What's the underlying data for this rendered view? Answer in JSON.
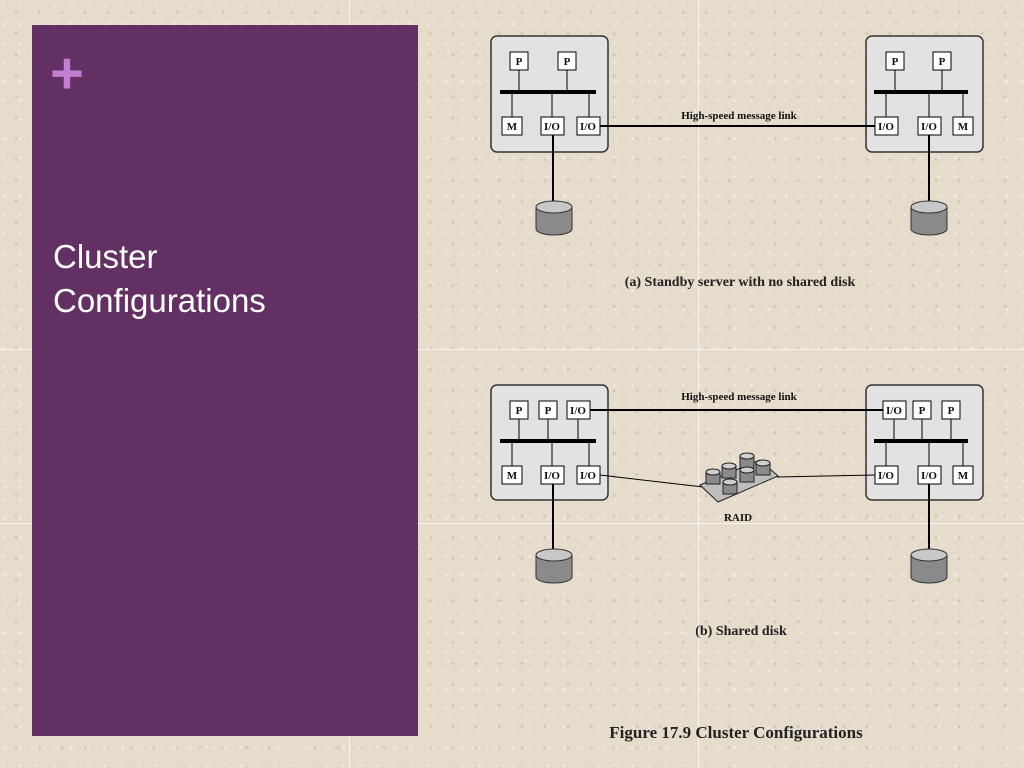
{
  "slide": {
    "plus_symbol": "+",
    "title_line1": "Cluster",
    "title_line2": "Configurations"
  },
  "diagram_a": {
    "left_processors": [
      "P",
      "P"
    ],
    "left_modules": [
      "M",
      "I/O",
      "I/O"
    ],
    "right_processors": [
      "P",
      "P"
    ],
    "right_modules": [
      "I/O",
      "I/O",
      "M"
    ],
    "link_label": "High-speed message link",
    "caption": "(a) Standby server with no shared disk"
  },
  "diagram_b": {
    "left_top": [
      "P",
      "P",
      "I/O"
    ],
    "left_modules": [
      "M",
      "I/O",
      "I/O"
    ],
    "right_top": [
      "I/O",
      "P",
      "P"
    ],
    "right_modules": [
      "I/O",
      "I/O",
      "M"
    ],
    "link_label": "High-speed message link",
    "raid_label": "RAID",
    "caption": "(b) Shared disk"
  },
  "figure_caption": "Figure 17.9  Cluster Configurations",
  "colors": {
    "panel": "#623063",
    "accent_plus": "#c27fd0",
    "background": "#e6dccb",
    "node_fill": "#e2e2e2",
    "disk_fill": "#8a8a8a"
  }
}
